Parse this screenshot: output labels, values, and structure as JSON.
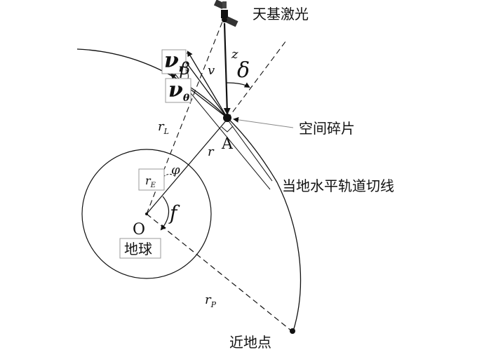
{
  "labels": {
    "laser": "天基激光",
    "debris": "空间碎片",
    "tangent": "当地水平轨道切线",
    "earth": "地球",
    "perigee": "近地点",
    "point_A": "A",
    "origin_O": "O",
    "z": "z",
    "delta": "δ",
    "v": "v",
    "beta": "β",
    "v_r": "ν",
    "v_r_sub": "r",
    "v_theta": "ν",
    "v_theta_sub": "θ",
    "r_L": "r",
    "r_L_sub": "L",
    "r": "r",
    "phi": "φ",
    "r_E": "r",
    "r_E_sub": "E",
    "f": "f",
    "r_P": "r",
    "r_P_sub": "P"
  },
  "icons": {
    "satellite": "satellite-icon"
  }
}
